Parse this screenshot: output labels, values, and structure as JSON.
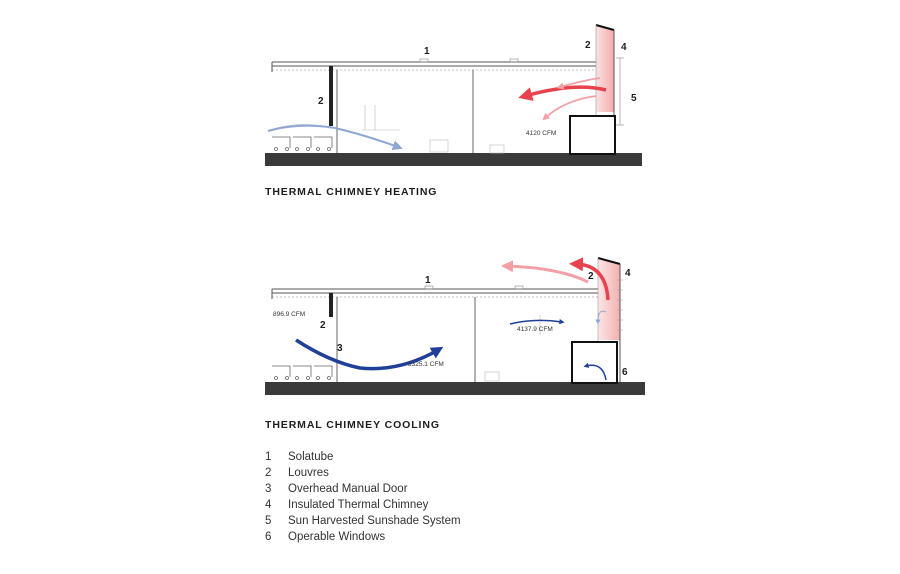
{
  "heating": {
    "title": "THERMAL CHIMNEY HEATING",
    "labels": {
      "n1": "1",
      "n2a": "2",
      "n2b": "2",
      "n4": "4",
      "n5": "5"
    },
    "flow": "4120 CFM"
  },
  "cooling": {
    "title": "THERMAL CHIMNEY COOLING",
    "labels": {
      "n1": "1",
      "n2a": "2",
      "n2b": "2",
      "n3": "3",
      "n4": "4",
      "n6": "6"
    },
    "flows": {
      "upper_left": "896.9 CFM",
      "center_right": "4137.9 CFM",
      "lower_center": "3325.1 CFM"
    }
  },
  "legend": [
    {
      "num": "1",
      "label": "Solatube"
    },
    {
      "num": "2",
      "label": "Louvres"
    },
    {
      "num": "3",
      "label": "Overhead Manual Door"
    },
    {
      "num": "4",
      "label": "Insulated Thermal Chimney"
    },
    {
      "num": "5",
      "label": "Sun Harvested Sunshade System"
    },
    {
      "num": "6",
      "label": "Operable Windows"
    }
  ],
  "colors": {
    "warm_air": "#e8424f",
    "warm_air_light": "#f2a0a6",
    "cool_air": "#1f3f98",
    "cool_air_light": "#8ea6d4",
    "ground": "#3a3a3a"
  }
}
